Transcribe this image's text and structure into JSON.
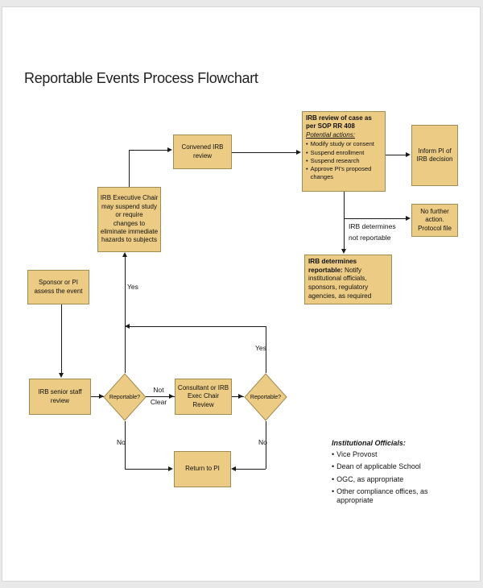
{
  "page": {
    "title": "Reportable Events Process Flowchart"
  },
  "colors": {
    "box_fill": "#eccb84",
    "box_border": "#9e8c55",
    "connector": "#1a1a1a",
    "page_background": "#ffffff",
    "surround_background": "#e9e9e9"
  },
  "glyphs": {
    "bullet": "•"
  },
  "nodes": {
    "convened": {
      "text": "Convened IRB\nreview"
    },
    "case_review": {
      "title": "IRB review of case as per SOP RR 408",
      "subtitle": "Potential actions:",
      "bullets": [
        "Modify study or consent",
        "Suspend enrollment",
        "Suspend research",
        "Approve PI's proposed changes"
      ]
    },
    "inform_pi": {
      "text": "Inform PI of\nIRB decision"
    },
    "no_further": {
      "text": "No further action.\nProtocol file"
    },
    "determines_reportable": {
      "bold": "IRB determines reportable:",
      "rest": "Notify institutional officials, sponsors, regulatory agencies, as required"
    },
    "exec_chair": {
      "text": "IRB Executive Chair\nmay suspend study\nor require\nchanges to\neliminate immediate\nhazards to subjects"
    },
    "sponsor": {
      "text": "Sponsor or PI\nassess the event"
    },
    "senior_staff": {
      "text": "IRB senior staff\nreview"
    },
    "consultant": {
      "text": "Consultant or IRB\nExec Chair Review"
    },
    "return_pi": {
      "text": "Return to PI"
    },
    "decision1": {
      "text": "Reportable?"
    },
    "decision2": {
      "text": "Reportable?"
    }
  },
  "labels": {
    "yes_left": "Yes",
    "yes_right": "Yes",
    "no_left": "No",
    "no_right": "No",
    "not_clear": "Not\nClear",
    "not_reportable": "IRB determines\nnot reportable"
  },
  "legend": {
    "title": "Institutional Officials:",
    "bullets": [
      "Vice Provost",
      "Dean of applicable School",
      "OGC, as appropriate",
      "Other compliance offices, as appropriate"
    ]
  }
}
